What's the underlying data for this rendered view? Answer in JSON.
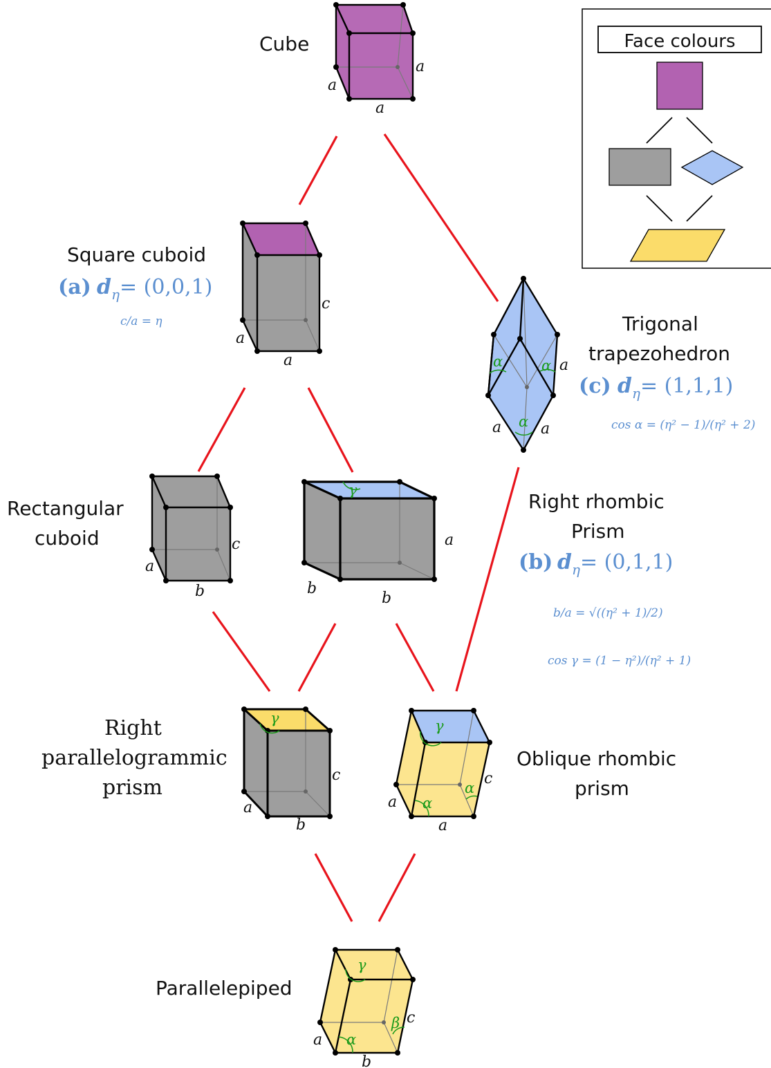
{
  "colors": {
    "cube_face": "#b262b1",
    "rect_face": "#9e9e9e",
    "rhomb_face": "#a9c5f5",
    "para_face": "#fbdc6a",
    "link": "#e8141c",
    "formula": "#5b8fd0",
    "angle": "#1a9a1a"
  },
  "legend": {
    "title": "Face colours"
  },
  "nodes": {
    "cube": {
      "name": "Cube",
      "edges": [
        "a",
        "a",
        "a"
      ]
    },
    "square_cuboid": {
      "name": "Square cuboid",
      "code": "(a)",
      "d": "d",
      "eta": "η",
      "vec": "= (0,0,1)",
      "relation": "c/a = η",
      "edges": [
        "a",
        "a",
        "c"
      ]
    },
    "trigonal": {
      "name_line1": "Trigonal",
      "name_line2": "trapezohedron",
      "code": "(c)",
      "vec": "= (1,1,1)",
      "relation": "cos α = (η² − 1)/(η² + 2)",
      "edges": [
        "a",
        "a",
        "a"
      ],
      "angle": "α"
    },
    "rect_cuboid": {
      "name_line1": "Rectangular",
      "name_line2": "cuboid",
      "edges": [
        "a",
        "b",
        "c"
      ]
    },
    "right_rhombic": {
      "name_line1": "Right rhombic",
      "name_line2": "Prism",
      "code": "(b)",
      "vec": "= (0,1,1)",
      "relation1": "b/a = √((η² + 1)/2)",
      "relation2": "cos γ = (1 − η²)/(η² + 1)",
      "edges": [
        "b",
        "b",
        "a"
      ],
      "angle": "γ"
    },
    "right_parallelogrammic": {
      "name_line1": "Right",
      "name_line2": "parallelogrammic",
      "name_line3": "prism",
      "edges": [
        "a",
        "b",
        "c"
      ],
      "angle": "γ"
    },
    "oblique_rhombic": {
      "name_line1": "Oblique rhombic",
      "name_line2": "prism",
      "edges": [
        "a",
        "a",
        "c"
      ],
      "angles": [
        "γ",
        "α",
        "α"
      ]
    },
    "parallelepiped": {
      "name": "Parallelepiped",
      "edges": [
        "a",
        "b",
        "c"
      ],
      "angles": [
        "γ",
        "α",
        "β"
      ]
    }
  }
}
